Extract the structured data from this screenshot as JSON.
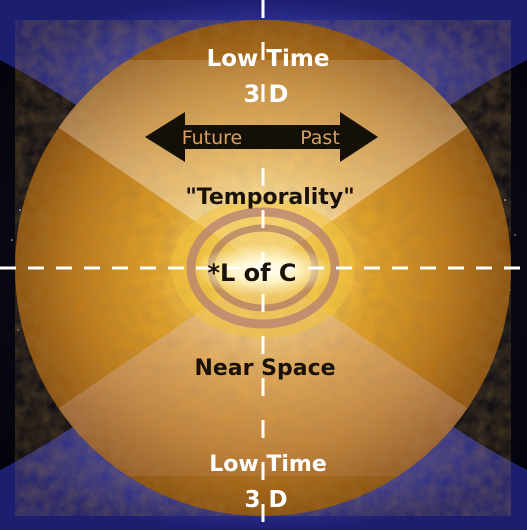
{
  "diagram": {
    "top_label_line1": "Low Time",
    "top_label_line2": "3 D",
    "bottom_label_line1": "Low Time",
    "bottom_label_line2": "3 D",
    "arrow_left_label": "Future",
    "arrow_right_label": "Past",
    "upper_region_label": "\"Temporality\"",
    "center_label": "*L of C",
    "lower_region_label": "Near Space"
  },
  "colors": {
    "background": "#050510",
    "blue_zone": "#3a3fb0",
    "sphere_outer": "#b36b10",
    "sphere_mid": "#e0a020",
    "core": "#fff6d0",
    "cone_light": "#f3e7d8",
    "text_white": "#ffffff",
    "text_dark": "#1a1208",
    "arrow": "#141008",
    "arrow_text": "#d8a060"
  }
}
